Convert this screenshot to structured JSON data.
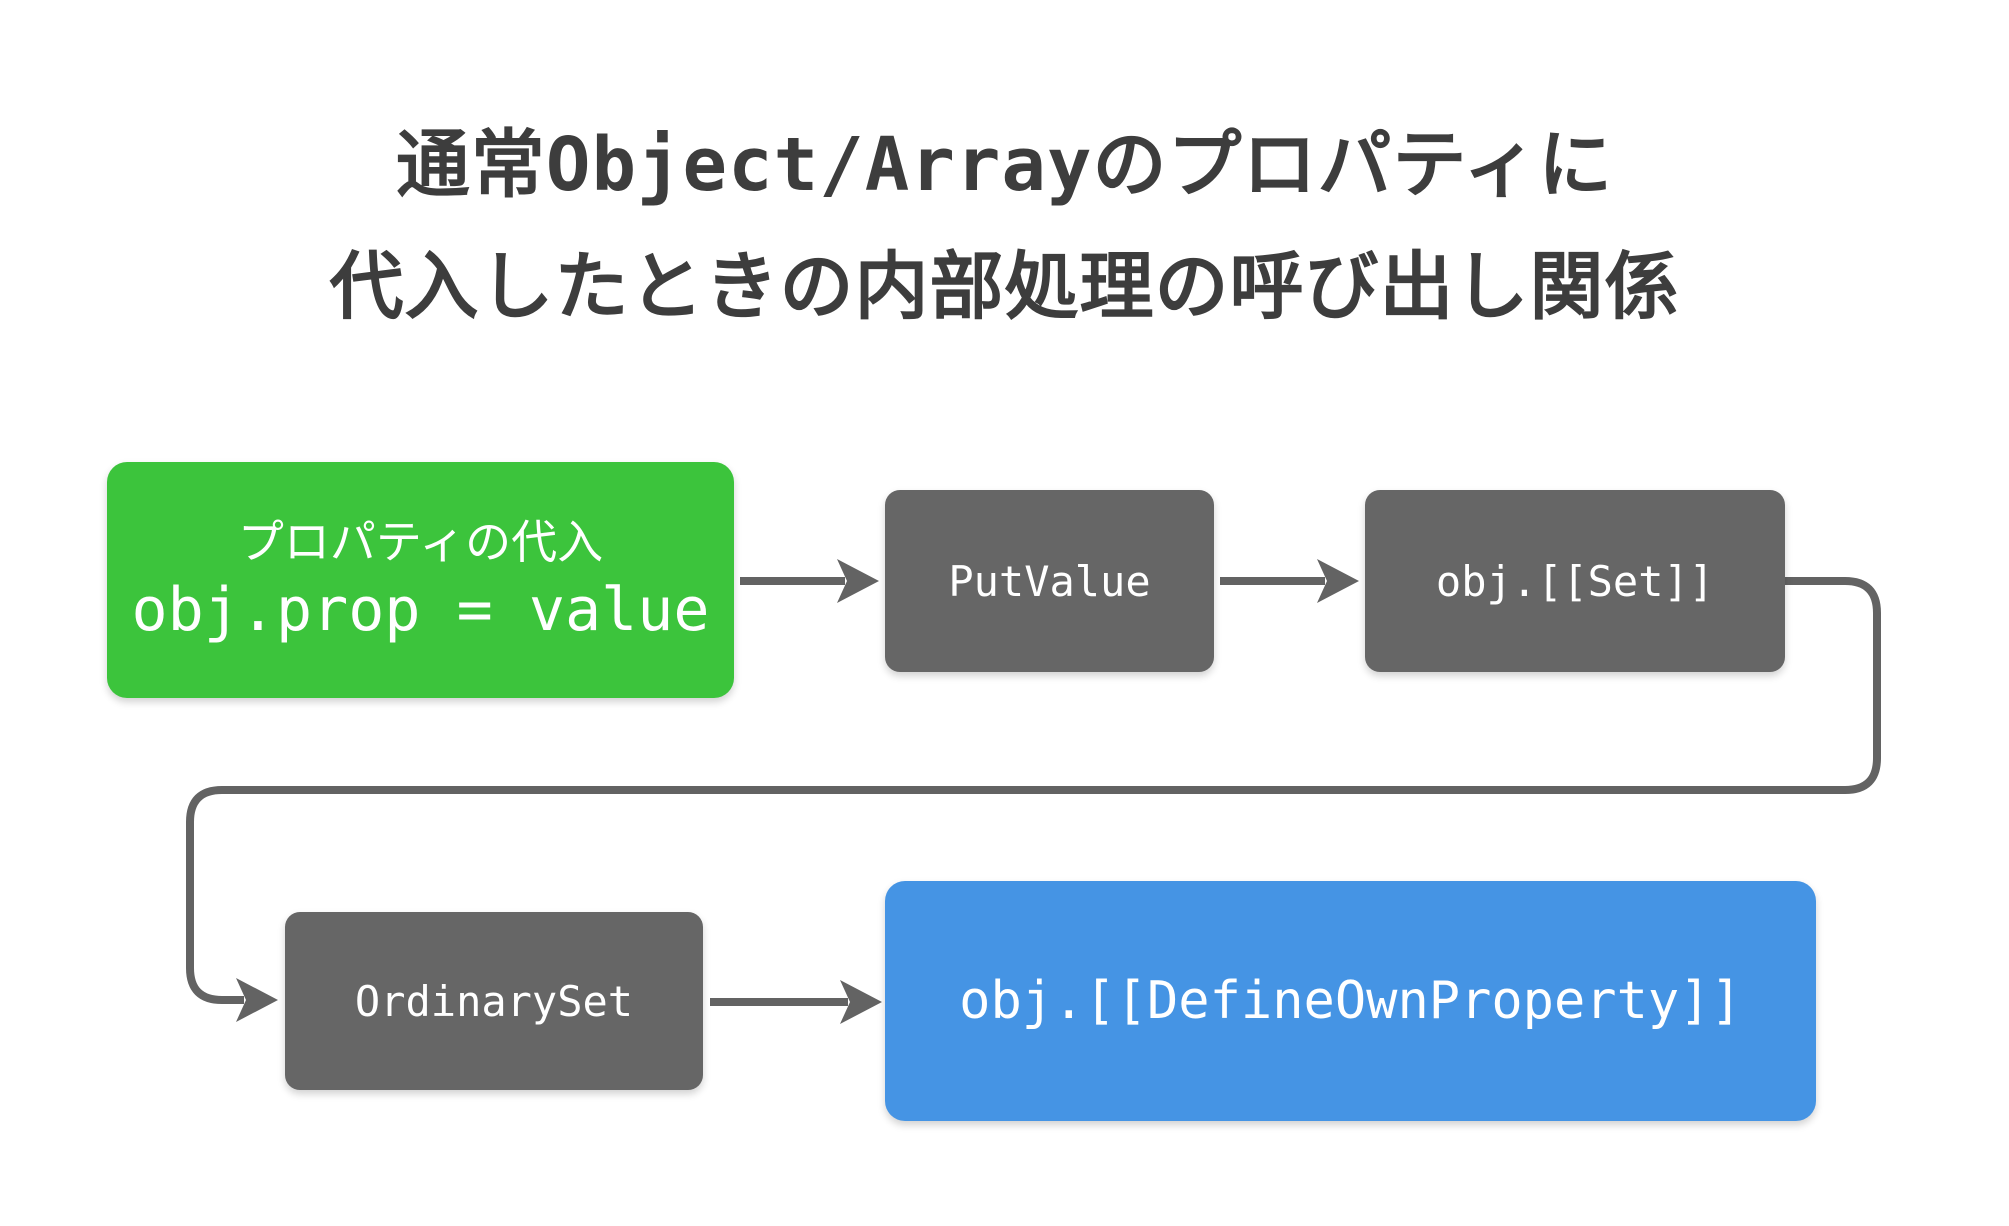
{
  "title": {
    "line1": "通常Object/Arrayのプロパティに",
    "line2": "代入したときの内部処理の呼び出し関係"
  },
  "nodes": {
    "assignment": {
      "label_jp": "プロパティの代入",
      "code": "obj.prop = value",
      "color": "#3cc43c",
      "text_color": "#ffffff"
    },
    "put_value": {
      "label": "PutValue",
      "color": "#666666",
      "text_color": "#ffffff"
    },
    "obj_set": {
      "label": "obj.[[Set]]",
      "color": "#666666",
      "text_color": "#ffffff"
    },
    "ordinary_set": {
      "label": "OrdinarySet",
      "color": "#666666",
      "text_color": "#ffffff"
    },
    "define_own_property": {
      "label": "obj.[[DefineOwnProperty]]",
      "color": "#4594e4",
      "text_color": "#ffffff"
    }
  },
  "edges": [
    {
      "from": "assignment",
      "to": "put_value"
    },
    {
      "from": "put_value",
      "to": "obj_set"
    },
    {
      "from": "obj_set",
      "to": "ordinary_set"
    },
    {
      "from": "ordinary_set",
      "to": "define_own_property"
    }
  ],
  "colors": {
    "background": "#ffffff",
    "title_text": "#3d3d3d",
    "arrow": "#636363"
  }
}
